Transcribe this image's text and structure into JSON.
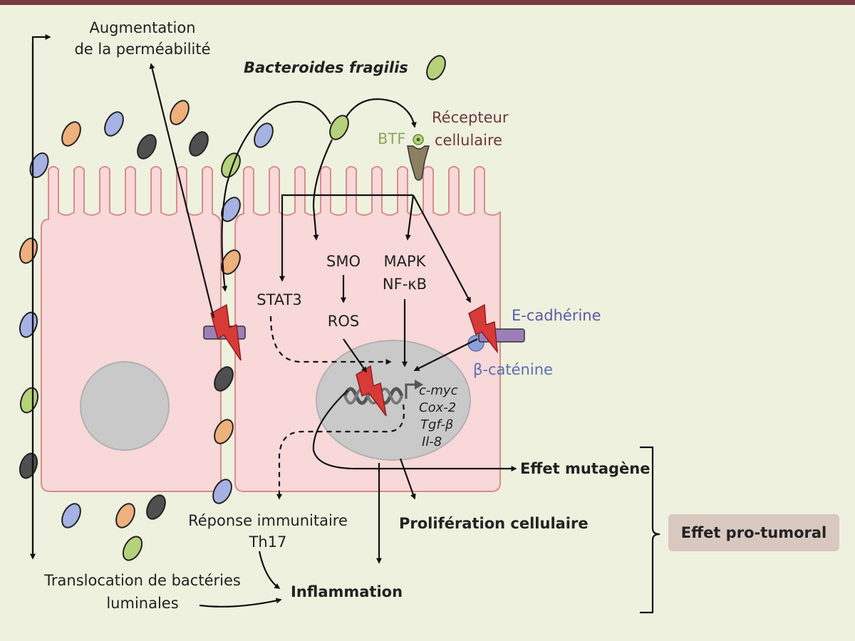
{
  "labels": {
    "permeability_line1": "Augmentation",
    "permeability_line2": "de la perméabilité",
    "bf_title": "Bacteroides fragilis",
    "btf": "BTF",
    "receptor_line1": "Récepteur",
    "receptor_line2": "cellulaire",
    "smo": "SMO",
    "mapk": "MAPK",
    "nfkb": "NF-κB",
    "stat3": "STAT3",
    "ros": "ROS",
    "ecadherin": "E-cadhérine",
    "bcatenin": "β-caténine",
    "gene1": "c-myc",
    "gene2": "Cox-2",
    "gene3": "Tgf-β",
    "gene4": "Il-8",
    "effet_mutagene": "Effet mutagène",
    "proliferation": "Prolifération cellulaire",
    "reponse_line1": "Réponse immunitaire",
    "reponse_line2": "Th17",
    "inflammation": "Inflammation",
    "translocation_line1": "Translocation de bactéries",
    "translocation_line2": "luminales",
    "pro_tumoral": "Effet pro-tumoral"
  },
  "colors": {
    "background": "#eef1de",
    "top_border": "#7a3b44",
    "cell_fill": "#f8d8d8",
    "cell_stroke": "#d98c8e",
    "nucleus": "#c9c9c9",
    "bacteria_green": "#b5d27a",
    "bacteria_blue": "#a7b2e4",
    "bacteria_orange": "#eeb07d",
    "bacteria_gray": "#4f4f4f",
    "lightning": "#d83a38",
    "junction": "#9b80b8",
    "receptor": "#8c8060",
    "btf_green": "#8fa563",
    "receptor_text": "#6b3a3a",
    "purple_text": "#5b5aa3",
    "pro_tumoral_box": "#d8c8c0"
  }
}
